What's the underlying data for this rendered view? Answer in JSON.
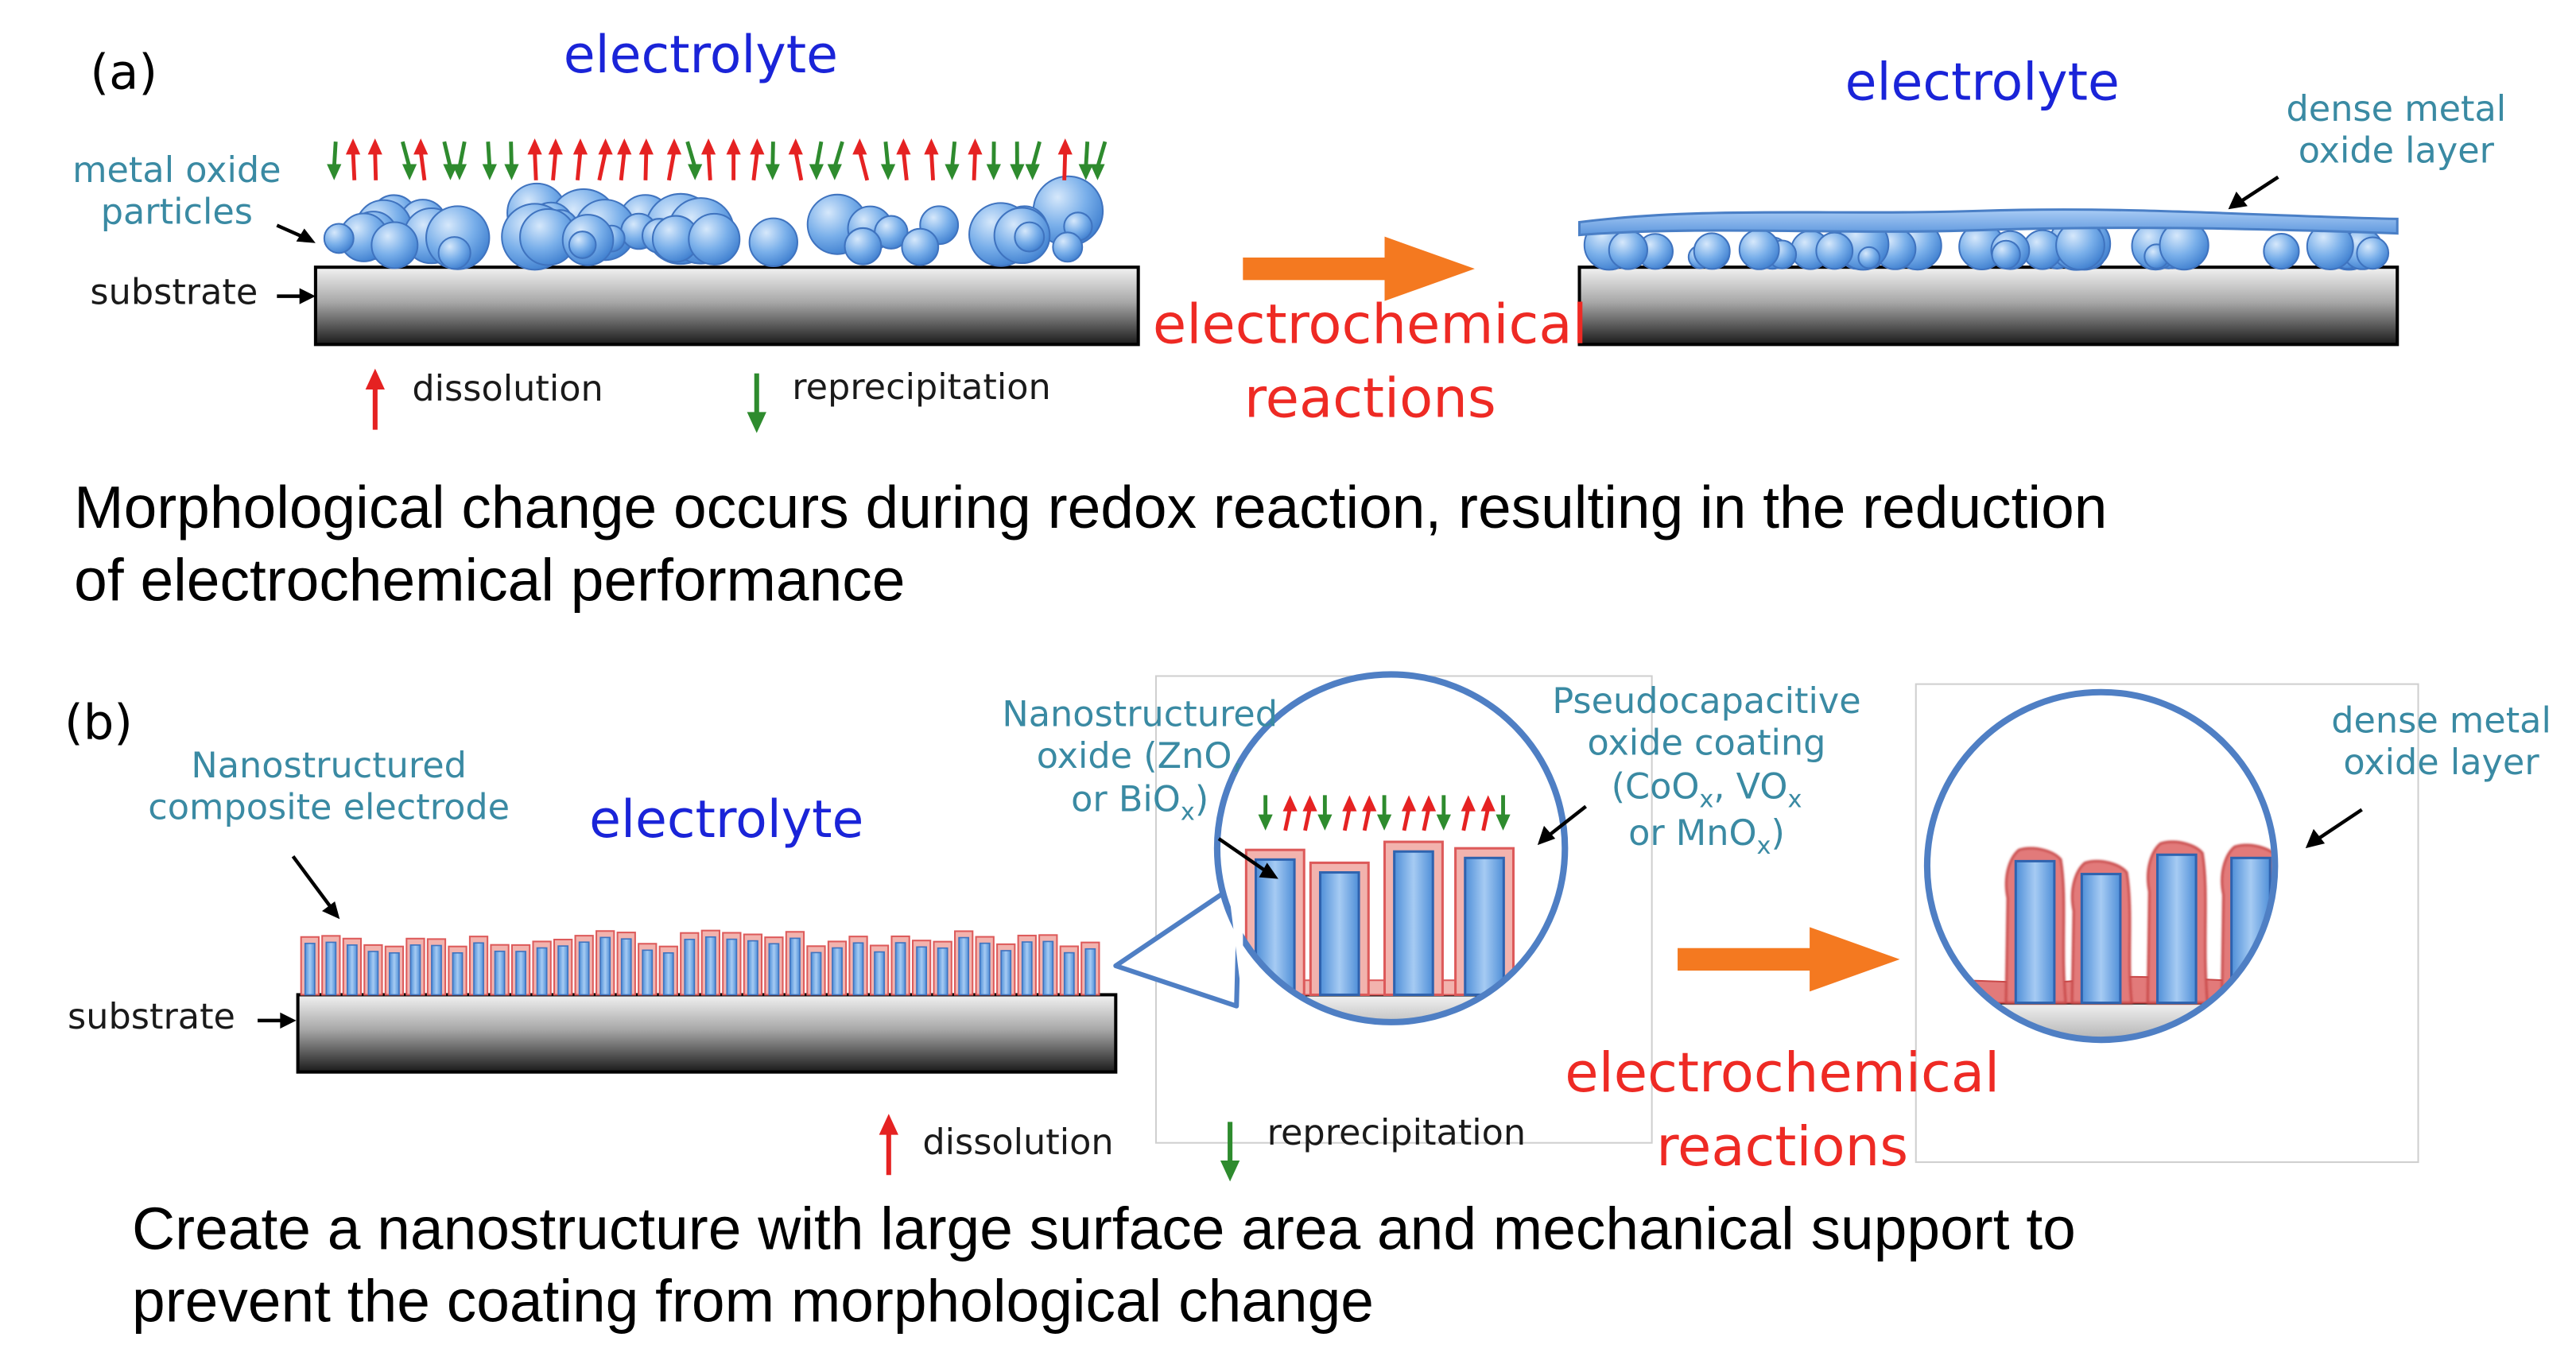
{
  "panel_a": {
    "tag": "(a)",
    "electrolyte_left": "electrolyte",
    "electrolyte_right": "electrolyte",
    "metal_oxide_line1": "metal oxide",
    "metal_oxide_line2": "particles",
    "substrate": "substrate",
    "dense_line1": "dense metal",
    "dense_line2": "oxide layer",
    "legend_dissolution": "dissolution",
    "legend_reprecipitation": "reprecipitation",
    "reaction_line1": "electrochemical",
    "reaction_line2": "reactions",
    "caption_line1": "Morphological change occurs during redox reaction, resulting in the reduction",
    "caption_line2": "of electrochemical performance"
  },
  "panel_b": {
    "tag": "(b)",
    "composite_line1": "Nanostructured",
    "composite_line2": "composite electrode",
    "electrolyte": "electrolyte",
    "substrate": "substrate",
    "oxide_line1": "Nanostructured",
    "oxide_line2": "oxide (ZnO,",
    "oxide_line3_pre": "or BiO",
    "oxide_line3_sub": "x",
    "oxide_line3_post": ")",
    "coating_line1": "Pseudocapacitive",
    "coating_line2": "oxide coating",
    "coating_line3_a": "(CoO",
    "coating_line3_sub1": "x",
    "coating_line3_b": ", VO",
    "coating_line3_sub2": "x",
    "coating_line4_a": "or MnO",
    "coating_line4_sub": "x",
    "coating_line4_b": ")",
    "dense_line1": "dense metal",
    "dense_line2": "oxide layer",
    "legend_dissolution": "dissolution",
    "legend_reprecipitation": "reprecipitation",
    "reaction_line1": "electrochemical",
    "reaction_line2": "reactions",
    "caption_line1": "Create a nanostructure with large surface area and mechanical support to",
    "caption_line2": "prevent the coating from morphological change"
  },
  "colors": {
    "electrolyte_text": "#1a24d8",
    "label_teal": "#3a8aa3",
    "reaction_text": "#ee2a24",
    "process_arrow": "#f47920",
    "particle_blue": "#76aeea",
    "coating_red": "#dd5a5a",
    "dissolution_arrow": "#e52222",
    "reprecipitation_arrow": "#2e8b2e"
  }
}
